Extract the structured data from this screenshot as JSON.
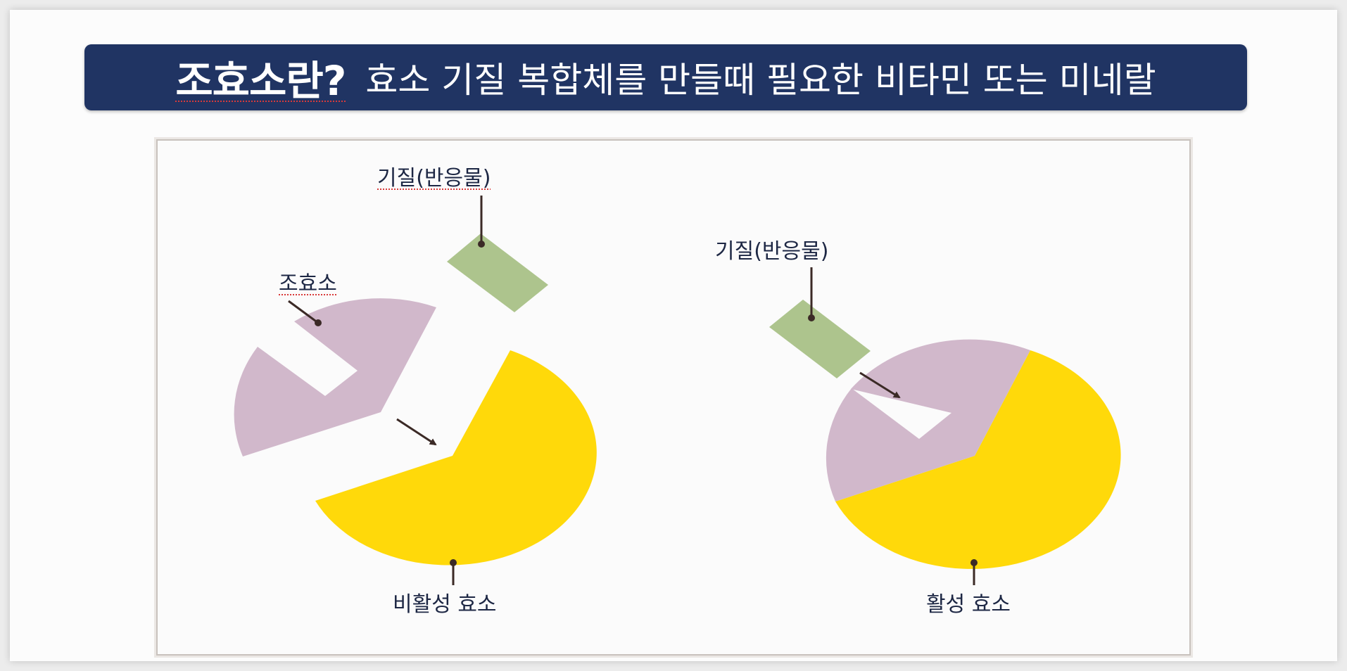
{
  "title": {
    "main": "조효소란?",
    "subtitle": "효소 기질 복합체를 만들때 필요한 비타민 또는 미네랄"
  },
  "diagram": {
    "left": {
      "substrate_label": "기질(반응물)",
      "coenzyme_label": "조효소",
      "enzyme_label": "비활성 효소"
    },
    "right": {
      "substrate_label": "기질(반응물)",
      "enzyme_label": "활성 효소"
    }
  },
  "colors": {
    "title_bar": "#203463",
    "coenzyme": "#d1b8cb",
    "enzyme": "#ffd90a",
    "substrate": "#adc48d",
    "pointer": "#3b2a26"
  }
}
